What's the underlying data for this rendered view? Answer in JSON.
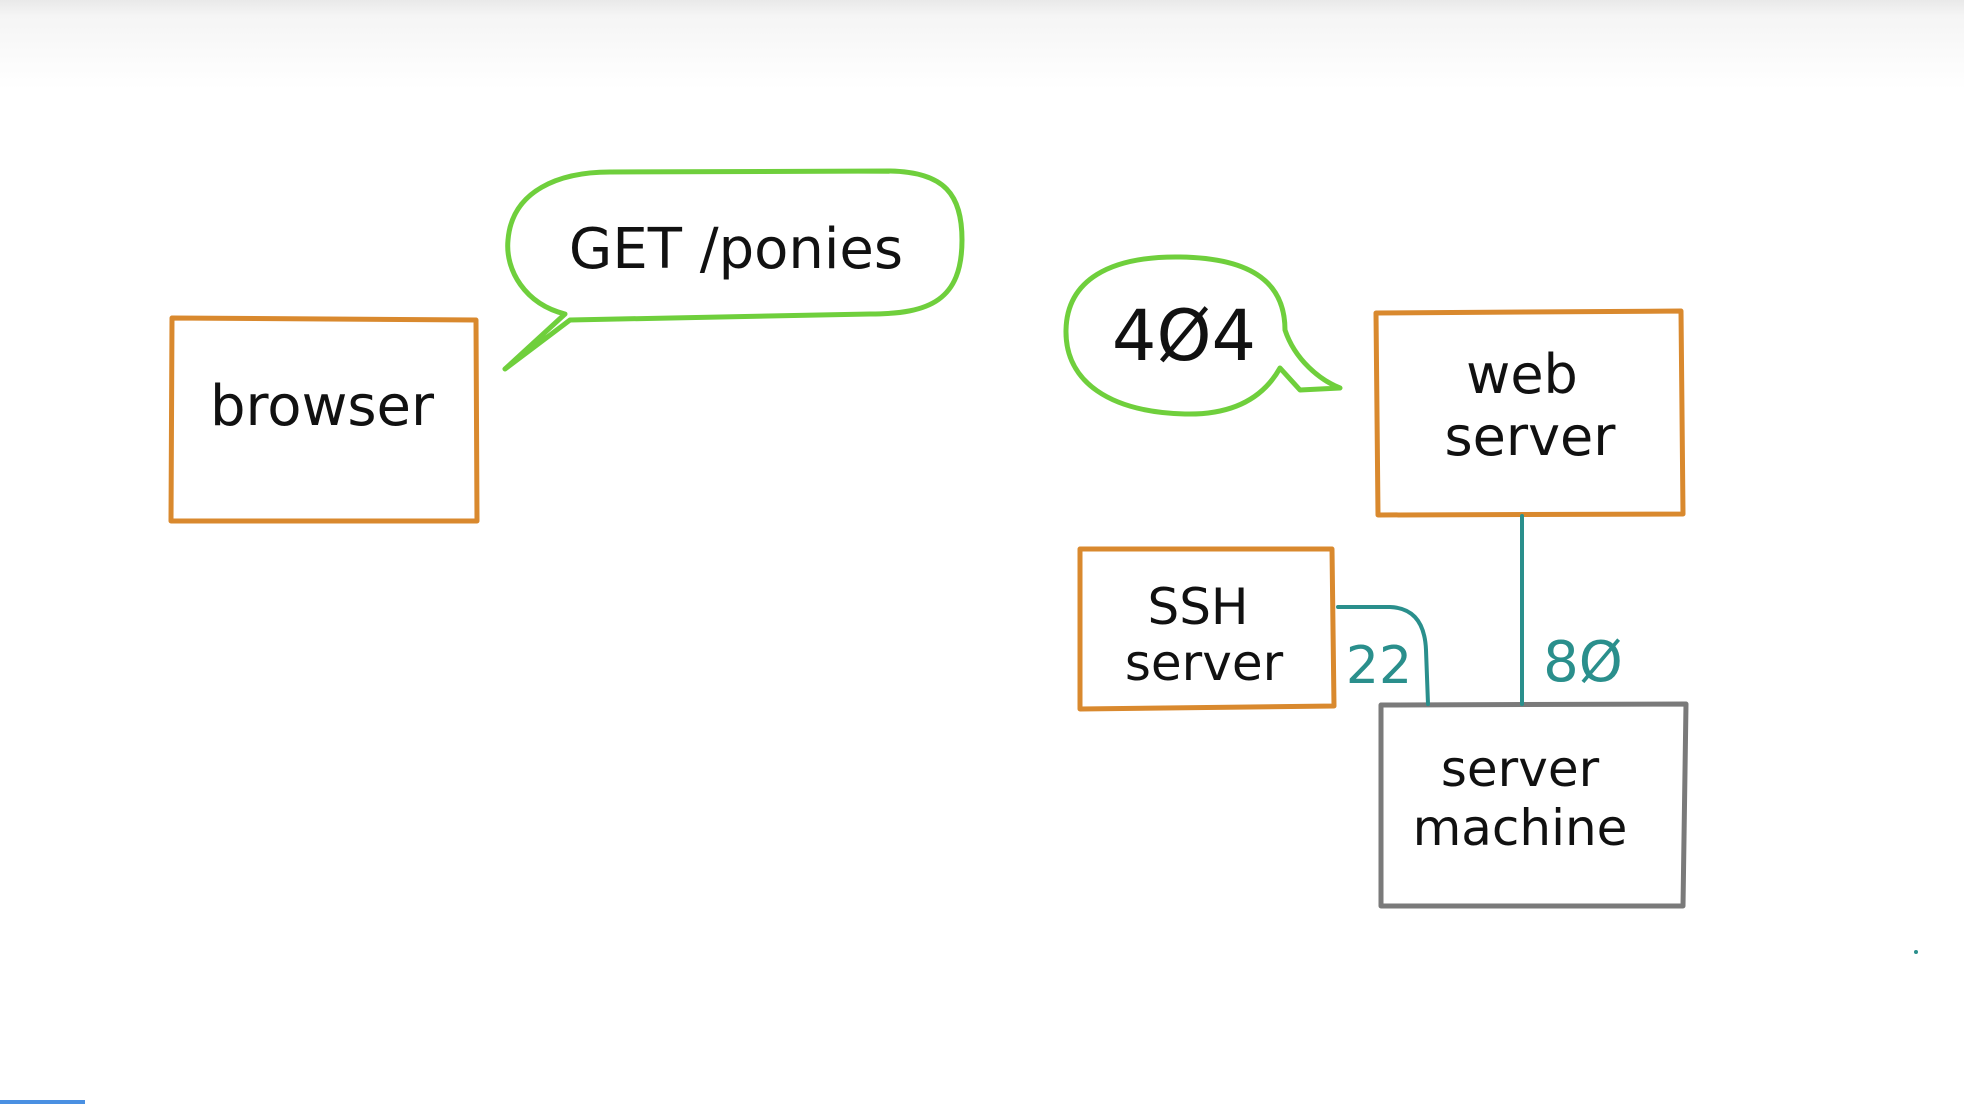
{
  "colors": {
    "box_orange": "#d9892e",
    "box_gray": "#7a7a7a",
    "bubble_green": "#6fcf3c",
    "connector_teal": "#2a8f8c",
    "text": "#111111"
  },
  "nodes": {
    "browser": {
      "label": "browser"
    },
    "web_server": {
      "line1": "web",
      "line2": "server"
    },
    "ssh_server": {
      "line1": "SSH",
      "line2": "server"
    },
    "server_machine": {
      "line1": "server",
      "line2": "machine"
    }
  },
  "bubbles": {
    "request": {
      "text": "GET /ponies"
    },
    "response": {
      "text": "4Ø4"
    }
  },
  "ports": {
    "ssh": "22",
    "http": "8Ø"
  }
}
